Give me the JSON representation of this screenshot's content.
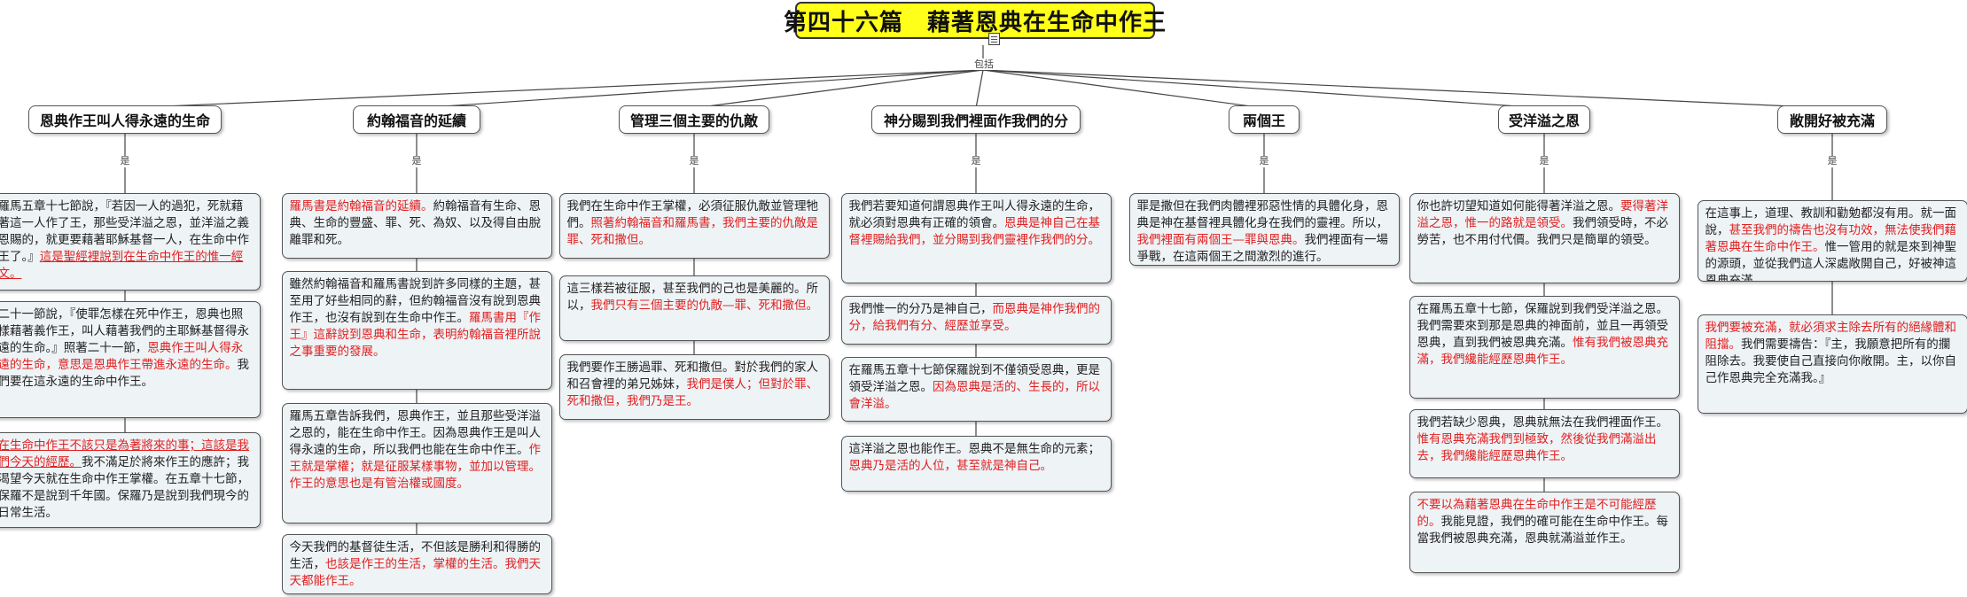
{
  "root": {
    "title": "第四十六篇　藉著恩典在生命中作王"
  },
  "relation_labels": {
    "root": "包括",
    "topic": "是"
  },
  "topics": [
    {
      "title": "恩典作王叫人得永遠的生命",
      "notes": [
        [
          {
            "t": "羅馬五章十七節說，『若因一人的過犯，死就藉著這一人作了王，那些受洋溢之恩，並洋溢之義恩賜的，就更要藉著耶穌基督一人，在生命中作王了。』"
          },
          {
            "t": "這是聖經裡說到在生命中作王的惟一經文。",
            "s": "hl-u"
          }
        ],
        [
          {
            "t": "二十一節說，『使罪怎樣在死中作王，恩典也照樣藉著義作王，叫人藉著我們的主耶穌基督得永遠的生命。』照著二十一節，"
          },
          {
            "t": "恩典作王叫人得永遠的生命，意思是恩典作王帶進永遠的生命。",
            "s": "hl"
          },
          {
            "t": "我們要在這永遠的生命中作王。"
          }
        ],
        [
          {
            "t": "在生命中作王不該只是為著將來的事；這該是我們今天的經歷。",
            "s": "hl-u"
          },
          {
            "t": "我不滿足於將來作王的應許；我渴望今天就在生命中作王掌權。在五章十七節，保羅不是說到千年國。保羅乃是說到我們現今的日常生活。"
          }
        ]
      ]
    },
    {
      "title": "約翰福音的延續",
      "notes": [
        [
          {
            "t": "羅馬書是約翰福音的延續。",
            "s": "hl"
          },
          {
            "t": "約翰福音有生命、恩典、生命的豐盛、罪、死、為奴、以及得自由脫離罪和死。"
          }
        ],
        [
          {
            "t": "雖然約翰福音和羅馬書說到許多同樣的主題，甚至用了好些相同的辭，但約翰福音沒有說到恩典作王，也沒有說到在生命中作王。"
          },
          {
            "t": "羅馬書用『作王』這辭說到恩典和生命，表明約翰福音裡所說之事重要的發展。",
            "s": "hl"
          }
        ],
        [
          {
            "t": "羅馬五章告訴我們，恩典作王，並且那些受洋溢之恩的，能在生命中作王。因為恩典作王是叫人得永遠的生命，所以我們也能在生命中作王。"
          },
          {
            "t": "作王就是掌權；就是征服某樣事物，並加以管理。作王的意思也是有管治權或國度。",
            "s": "hl"
          }
        ],
        [
          {
            "t": "今天我們的基督徒生活，不但該是勝利和得勝的生活，"
          },
          {
            "t": "也該是作王的生活，掌權的生活。我們天天都能作王。",
            "s": "hl"
          }
        ]
      ]
    },
    {
      "title": "管理三個主要的仇敵",
      "notes": [
        [
          {
            "t": "我們在生命中作王掌權，必須征服仇敵並管理牠們。"
          },
          {
            "t": "照著約翰福音和羅馬書，我們主要的仇敵是罪、死和撒但。",
            "s": "hl"
          }
        ],
        [
          {
            "t": "這三樣若被征服，甚至我們的己也是美麗的。所以，"
          },
          {
            "t": "我們只有三個主要的仇敵—罪、死和撒但。",
            "s": "hl"
          }
        ],
        [
          {
            "t": "我們要作王勝過罪、死和撒但。對於我們的家人和召會裡的弟兄姊妹，"
          },
          {
            "t": "我們是僕人；但對於罪、死和撒但，我們乃是王。",
            "s": "hl"
          }
        ]
      ]
    },
    {
      "title": "神分賜到我們裡面作我們的分",
      "notes": [
        [
          {
            "t": "我們若要知道何謂恩典作王叫人得永遠的生命，就必須對恩典有正確的領會。"
          },
          {
            "t": "恩典是神自己在基督裡賜給我們，並分賜到我們靈裡作我們的分。",
            "s": "hl"
          }
        ],
        [
          {
            "t": "我們惟一的分乃是神自己，"
          },
          {
            "t": "而恩典是神作我們的分，給我們有分、經歷並享受。",
            "s": "hl"
          }
        ],
        [
          {
            "t": "在羅馬五章十七節保羅說到不僅領受恩典，更是領受洋溢之恩。"
          },
          {
            "t": "因為恩典是活的、生長的，所以會洋溢。",
            "s": "hl"
          }
        ],
        [
          {
            "t": "這洋溢之恩也能作王。恩典不是無生命的元素；"
          },
          {
            "t": "恩典乃是活的人位，甚至就是神自己。",
            "s": "hl"
          }
        ]
      ]
    },
    {
      "title": "兩個王",
      "notes": [
        [
          {
            "t": "罪是撒但在我們肉體裡邪惡性情的具體化身，恩典是神在基督裡具體化身在我們的靈裡。所以，"
          },
          {
            "t": "我們裡面有兩個王—罪與恩典。",
            "s": "hl"
          },
          {
            "t": "我們裡面有一場爭戰，在這兩個王之間激烈的進行。"
          }
        ]
      ]
    },
    {
      "title": "受洋溢之恩",
      "notes": [
        [
          {
            "t": "你也許切望知道如何能得著洋溢之恩。"
          },
          {
            "t": "要得著洋溢之恩，惟一的路就是領受。",
            "s": "hl"
          },
          {
            "t": "我們領受時，不必勞苦，也不用付代價。我們只是簡單的領受。"
          }
        ],
        [
          {
            "t": "在羅馬五章十七節，保羅說到我們受洋溢之恩。我們需要來到那是恩典的神面前，並且一再領受恩典，直到我們被恩典充滿。"
          },
          {
            "t": "惟有我們被恩典充滿，我們纔能經歷恩典作王。",
            "s": "hl"
          }
        ],
        [
          {
            "t": "我們若缺少恩典，恩典就無法在我們裡面作王。"
          },
          {
            "t": "惟有恩典充滿我們到極致，然後從我們滿溢出去，我們纔能經歷恩典作王。",
            "s": "hl"
          }
        ],
        [
          {
            "t": "不要以為藉著恩典在生命中作王是不可能經歷的。",
            "s": "hl"
          },
          {
            "t": "我能見證，我們的確可能在生命中作王。每當我們被恩典充滿，恩典就滿溢並作王。"
          }
        ]
      ]
    },
    {
      "title": "敞開好被充滿",
      "notes": [
        [
          {
            "t": "在這事上，道理、教訓和勸勉都沒有用。就一面說，"
          },
          {
            "t": "甚至我們的禱告也沒有功效，無法使我們藉著恩典在生命中作王。",
            "s": "hl"
          },
          {
            "t": "惟一管用的就是來到神聖的源頭，並從我們這人深處敞開自己，好被神這恩典充滿。"
          }
        ],
        [
          {
            "t": "我們要被充滿，就必須求主除去所有的絕緣體和阻擋。",
            "s": "hl"
          },
          {
            "t": "我們需要禱告：『主，我願意把所有的攔阻除去。我要使自己直接向你敞開。主，以你自己作恩典完全充滿我。』"
          }
        ]
      ]
    }
  ]
}
